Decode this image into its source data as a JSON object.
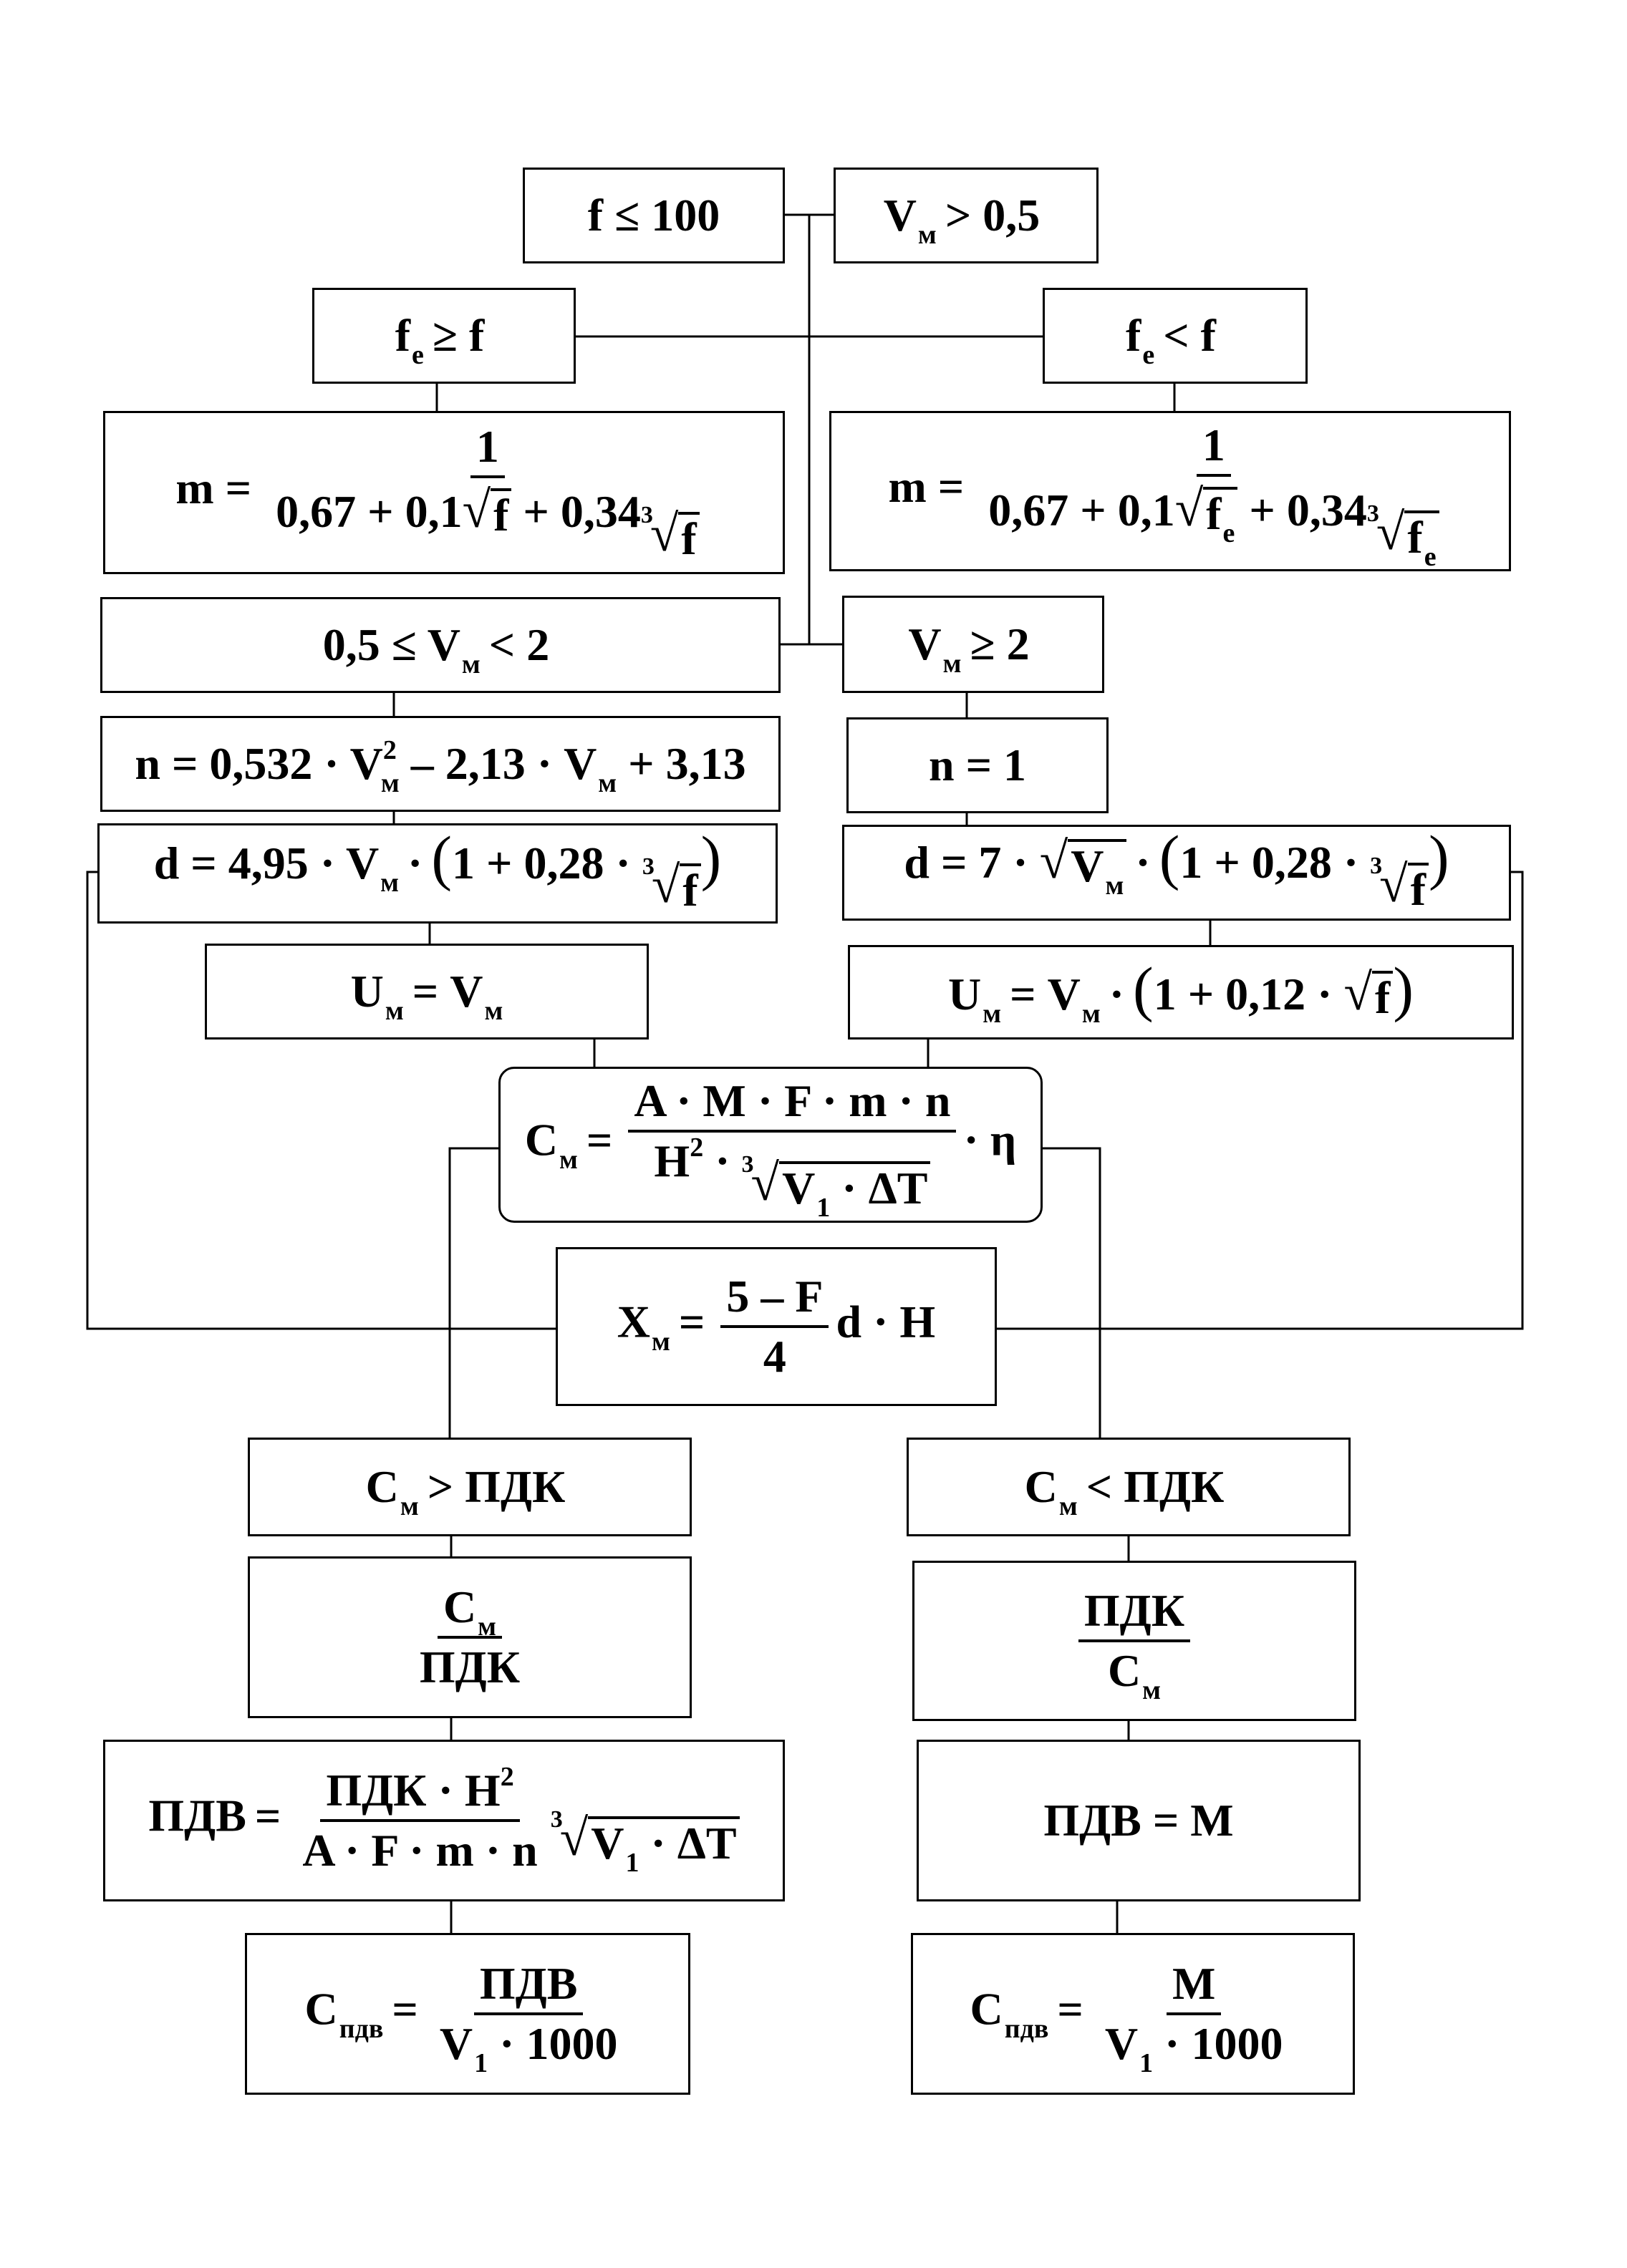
{
  "nodes": {
    "cond_f": {
      "lhs": "f ≤ 100"
    },
    "cond_v": {
      "lhs": "V",
      "sub": "м",
      "rhs": "> 0,5"
    },
    "fe_ge": {
      "f": "f",
      "sub": "e",
      "rhs": "≥  f"
    },
    "fe_lt": {
      "f": "f",
      "sub": "e",
      "rhs": "< f"
    },
    "m_left": {
      "lhs": "m =",
      "num": "1",
      "den_a": "0,67 + 0,1",
      "den_rad1": "f",
      "den_b": "+ 0,34",
      "den_idx": "3",
      "den_rad2": "f"
    },
    "m_right": {
      "lhs": "m =",
      "num": "1",
      "den_a": "0,67 + 0,1",
      "den_rad1": "f",
      "den_rad1_sub": "e",
      "den_b": "+ 0,34",
      "den_idx": "3",
      "den_rad2": "f",
      "den_rad2_sub": "e"
    },
    "v_range": {
      "a": "0,5 ≤ V",
      "sub": "м",
      "b": "< 2"
    },
    "v_ge2": {
      "a": "V",
      "sub": "м",
      "b": "≥ 2"
    },
    "n_left": {
      "a": "n = 0,532 · V",
      "sup": "2",
      "sub": "м",
      "b": "– 2,13 · V",
      "sub2": "м",
      "c": "+ 3,13"
    },
    "n_right": {
      "text": "n = 1"
    },
    "d_left": {
      "a": "d = 4,95 · V",
      "sub": "м",
      "b": "·",
      "c": "1 + 0,28 ·",
      "idx": "3",
      "rad": "f"
    },
    "d_right": {
      "a": "d = 7 ·",
      "rad": "V",
      "rad_sub": "м",
      "b": "·",
      "c": "1 + 0,28 ·",
      "idx": "3",
      "rad2": "f"
    },
    "u_left": {
      "a": "U",
      "sub": "м",
      "b": "= V",
      "sub2": "м"
    },
    "u_right": {
      "a": "U",
      "sub": "м",
      "b": "= V",
      "sub2": "м",
      "c": "·",
      "d": "1 + 0,12 ·",
      "rad": "f"
    },
    "cm": {
      "lhs": "C",
      "sub": "м",
      "eq": "=",
      "num": "A · M · F · m · n",
      "den_a": "H",
      "den_sup": "2",
      "den_b": "·",
      "den_idx": "3",
      "den_rad": "V",
      "den_rad_sub": "1",
      "den_rad_b": "· ΔT",
      "tail": "· η"
    },
    "xm": {
      "lhs": "X",
      "sub": "м",
      "eq": "=",
      "num": "5 – F",
      "den": "4",
      "tail": "d · H"
    },
    "cm_gt": {
      "a": "C",
      "sub": "м",
      "b": "> ПДК"
    },
    "cm_lt": {
      "a": "C",
      "sub": "м",
      "b": "< ПДК"
    },
    "ratio_left": {
      "num": "C",
      "num_sub": "м",
      "den": "ПДК"
    },
    "ratio_right": {
      "num": "ПДК",
      "den": "C",
      "den_sub": "м"
    },
    "pdv_left": {
      "lhs": "ПДВ",
      "eq": "=",
      "num": "ПДК · H",
      "num_sup": "2",
      "den": "A · F · m · n",
      "idx": "3",
      "rad": "V",
      "rad_sub": "1",
      "rad_b": "· ΔT"
    },
    "pdv_right": {
      "text": "ПДВ = M"
    },
    "cpdv_left": {
      "lhs": "C",
      "sub": "пдв",
      "eq": "=",
      "num": "ПДВ",
      "den": "V",
      "den_sub": "1",
      "den_b": "· 1000"
    },
    "cpdv_right": {
      "lhs": "C",
      "sub": "пдв",
      "eq": "=",
      "num": "M",
      "den": "V",
      "den_sub": "1",
      "den_b": "· 1000"
    }
  }
}
